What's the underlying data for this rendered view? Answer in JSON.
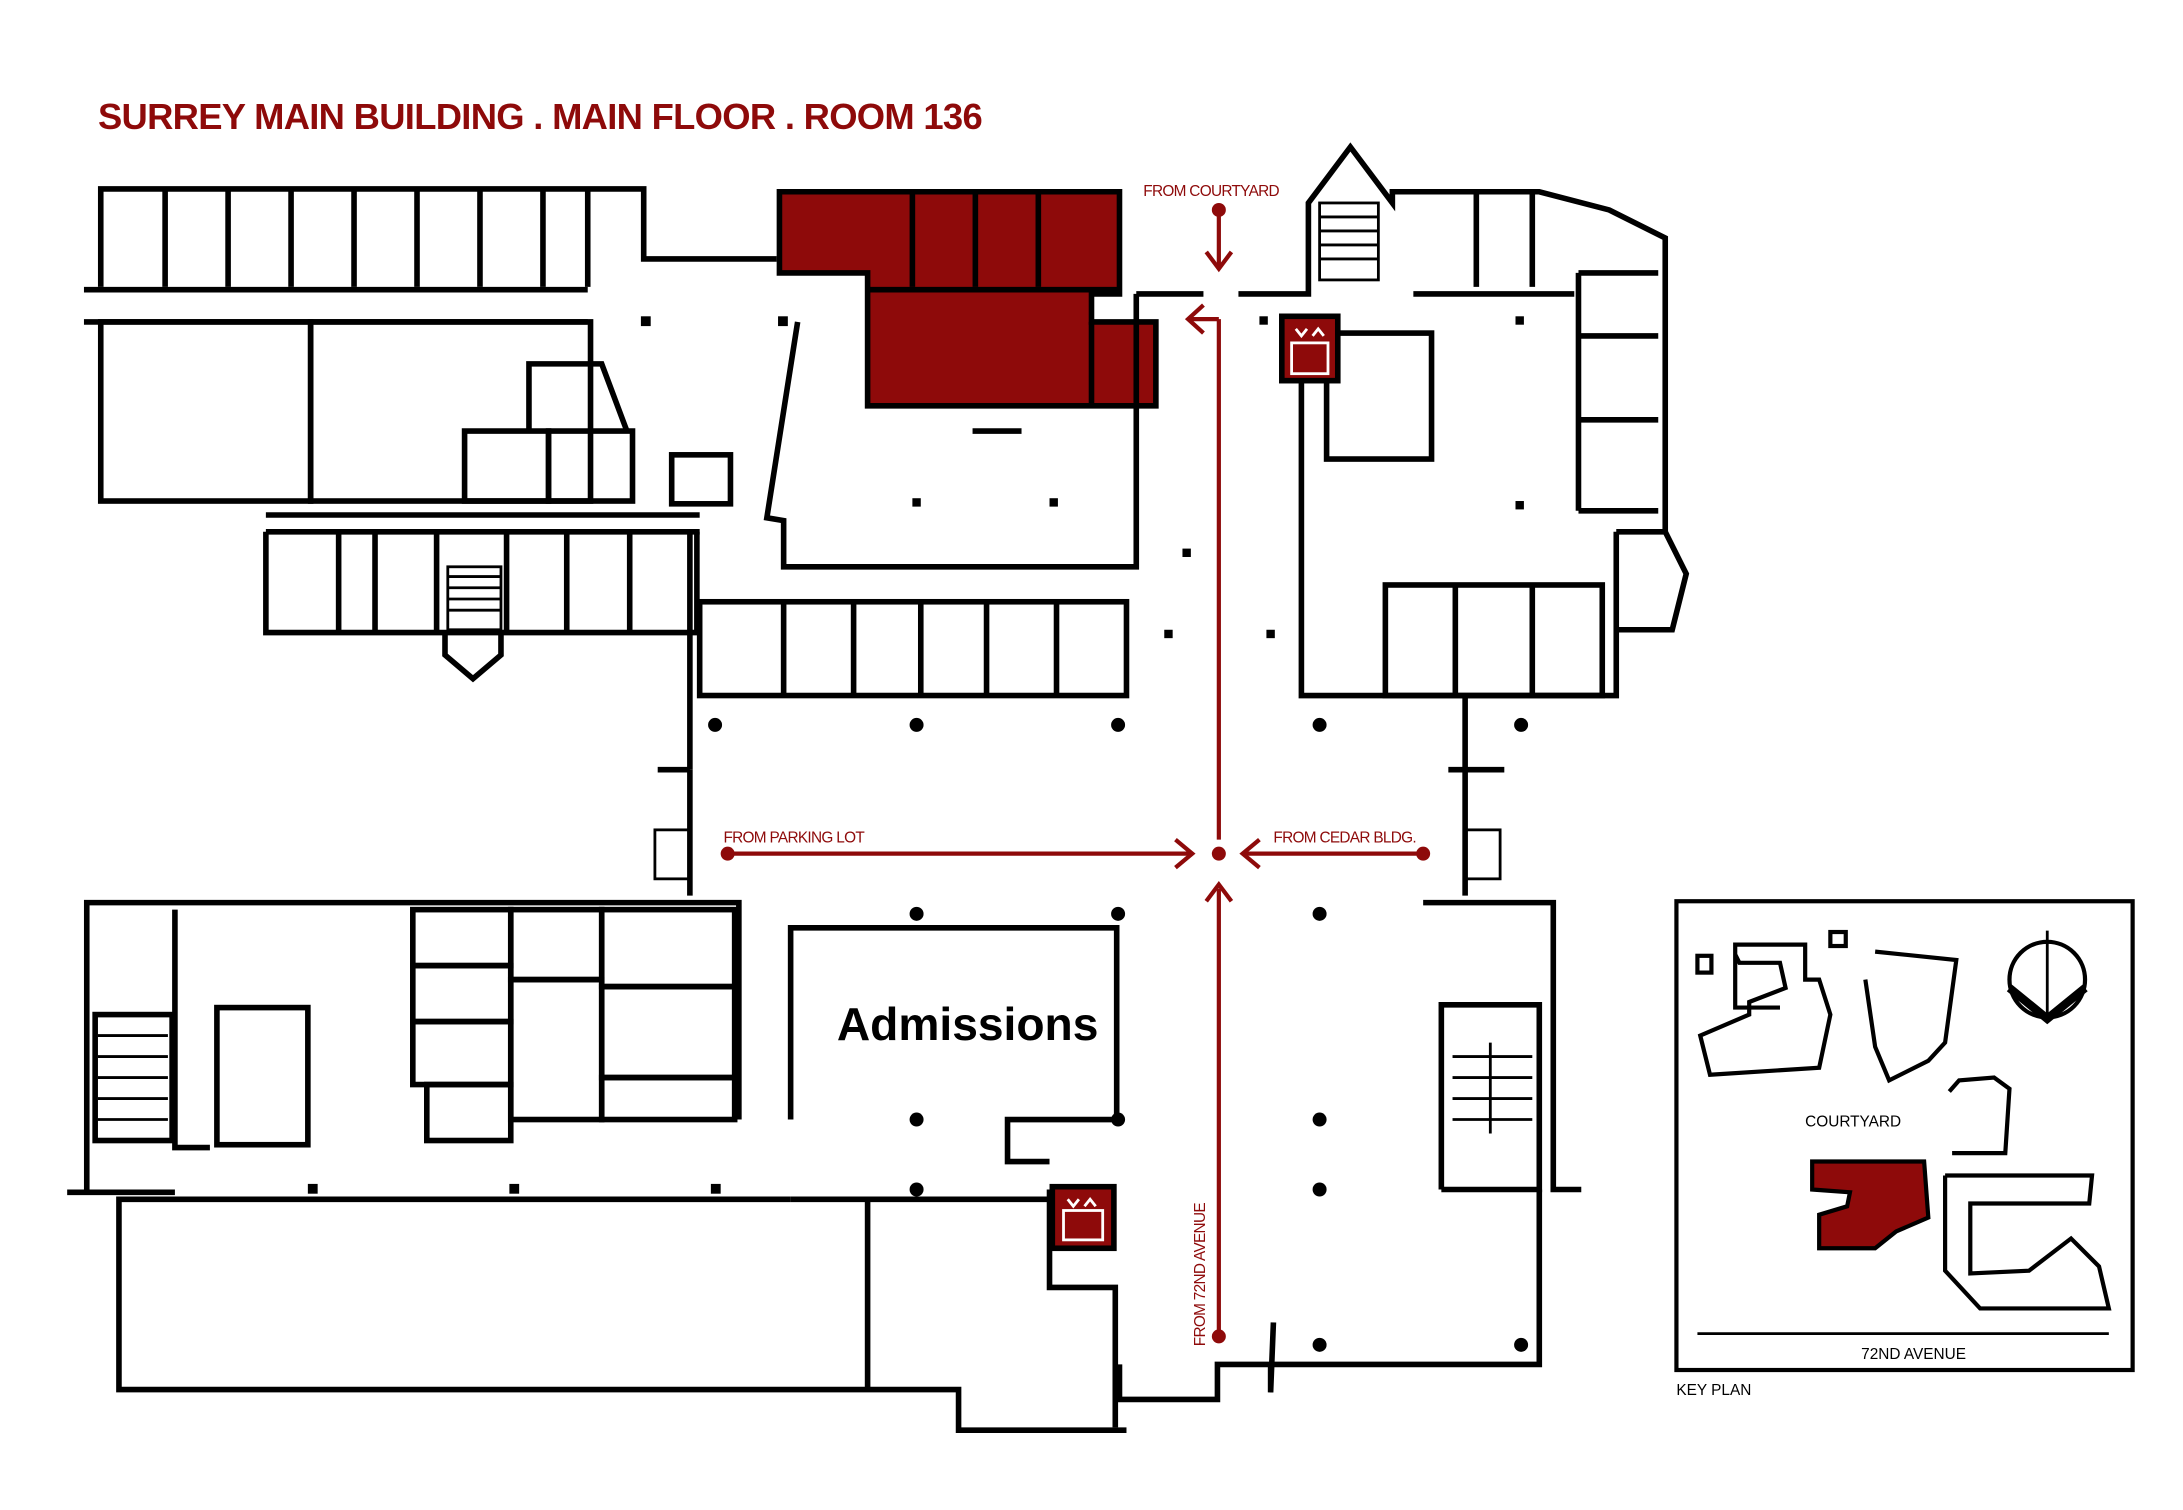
{
  "title": "SURREY MAIN BUILDING . MAIN FLOOR . ROOM 136",
  "rooms": {
    "admissions": "Admissions"
  },
  "routes": {
    "from_courtyard": "FROM COURTYARD",
    "from_parking_lot": "FROM PARKING LOT",
    "from_cedar_bldg": "FROM CEDAR BLDG.",
    "from_72nd_avenue": "FROM 72ND AVENUE"
  },
  "key_plan": {
    "label": "KEY PLAN",
    "courtyard": "COURTYARD",
    "street": "72ND AVENUE"
  },
  "icons": [
    "elevator-icon",
    "stairs-icon",
    "north-arrow-icon"
  ],
  "colors": {
    "highlight": "#8e0a0a",
    "walls": "#000000",
    "background": "#ffffff"
  }
}
